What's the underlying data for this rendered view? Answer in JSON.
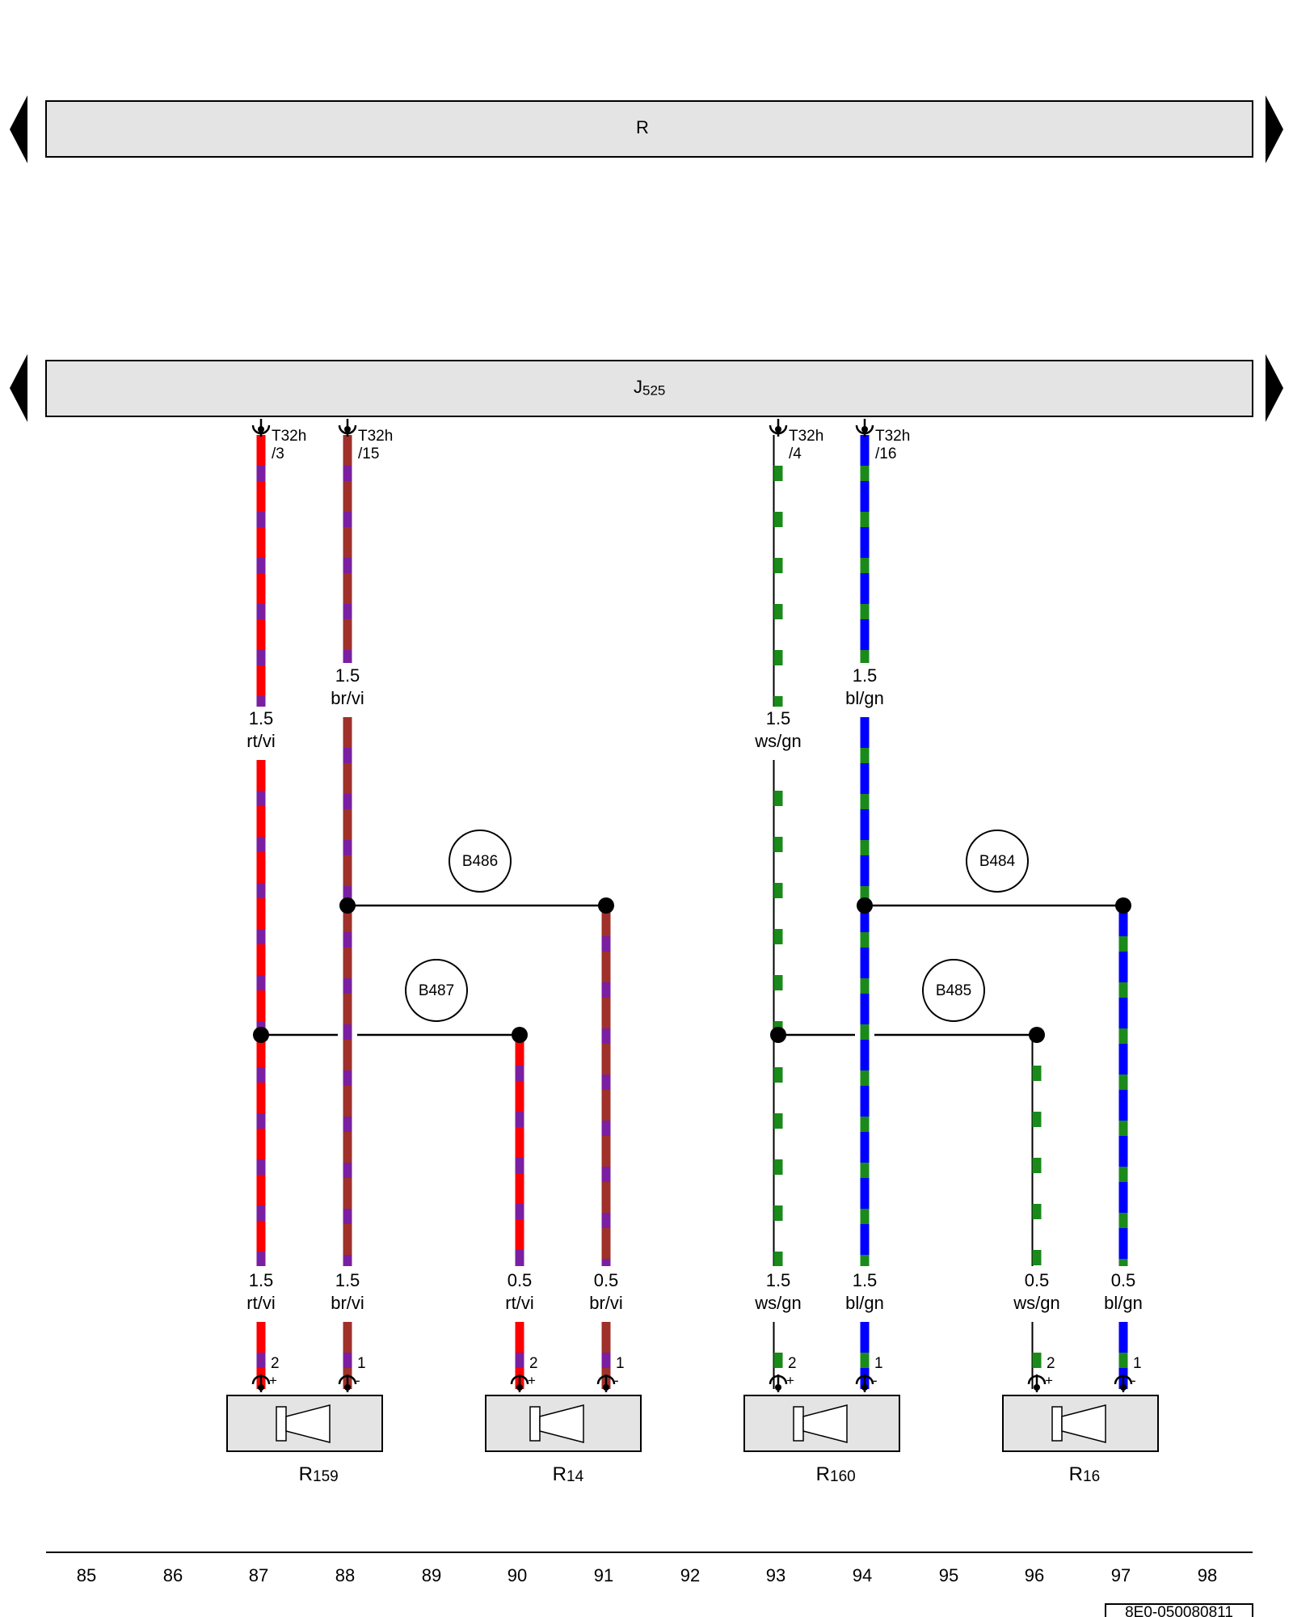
{
  "components": {
    "radio": {
      "label": "R"
    },
    "amplifier": {
      "label": "J",
      "sub": "525"
    }
  },
  "connectors": [
    {
      "name": "T32h",
      "pin": "/3"
    },
    {
      "name": "T32h",
      "pin": "/15"
    },
    {
      "name": "T32h",
      "pin": "/4"
    },
    {
      "name": "T32h",
      "pin": "/16"
    }
  ],
  "wires": {
    "w87_upper": {
      "size": "1.5",
      "color": "rt/vi"
    },
    "w88_upper": {
      "size": "1.5",
      "color": "br/vi"
    },
    "w93_upper": {
      "size": "1.5",
      "color": "ws/gn"
    },
    "w94_upper": {
      "size": "1.5",
      "color": "bl/gn"
    },
    "w87_lower": {
      "size": "1.5",
      "color": "rt/vi"
    },
    "w88_lower": {
      "size": "1.5",
      "color": "br/vi"
    },
    "w90_lower": {
      "size": "0.5",
      "color": "rt/vi"
    },
    "w91_lower": {
      "size": "0.5",
      "color": "br/vi"
    },
    "w93_lower": {
      "size": "1.5",
      "color": "ws/gn"
    },
    "w94_lower": {
      "size": "1.5",
      "color": "bl/gn"
    },
    "w96_lower": {
      "size": "0.5",
      "color": "ws/gn"
    },
    "w97_lower": {
      "size": "0.5",
      "color": "bl/gn"
    }
  },
  "splices": [
    "B486",
    "B487",
    "B484",
    "B485"
  ],
  "speakers": [
    {
      "label": "R",
      "sub": "159"
    },
    {
      "label": "R",
      "sub": "14"
    },
    {
      "label": "R",
      "sub": "160"
    },
    {
      "label": "R",
      "sub": "16"
    }
  ],
  "speaker_pins": [
    "2",
    "1",
    "2",
    "1",
    "2",
    "1",
    "2",
    "1"
  ],
  "speaker_polarity": [
    "+",
    "-",
    "+",
    "-",
    "+",
    "-",
    "+",
    "-"
  ],
  "current_tracks": [
    "85",
    "86",
    "87",
    "88",
    "89",
    "90",
    "91",
    "92",
    "93",
    "94",
    "95",
    "96",
    "97",
    "98"
  ],
  "doc_id": "8E0-050080811",
  "wire_colors": {
    "rt": "#ff0000",
    "vi": "#7a1fa2",
    "br": "#a0302a",
    "ws": "#ffffff",
    "gn": "#1a8a1a",
    "bl": "#0000ff"
  }
}
